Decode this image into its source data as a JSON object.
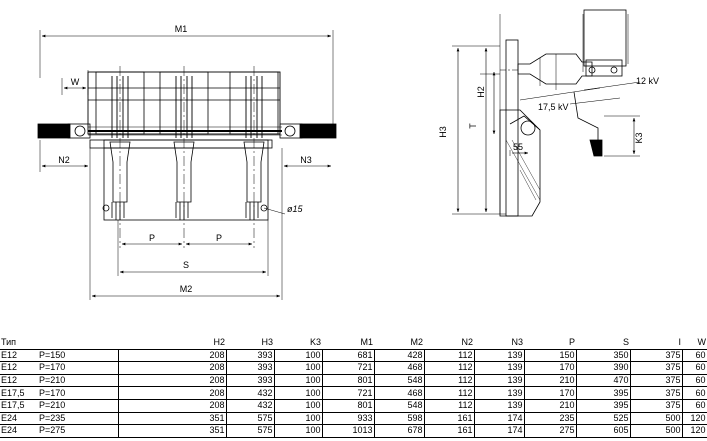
{
  "drawing": {
    "front_view": {
      "dimensions": [
        "M1",
        "W",
        "N2",
        "N3",
        "P",
        "P",
        "S",
        "M2"
      ],
      "hole_label": "ø15"
    },
    "side_view": {
      "dimensions": [
        "H2",
        "H3",
        "T",
        "55",
        "K3"
      ],
      "voltage_labels": [
        "12 kV",
        "17,5 kV"
      ]
    }
  },
  "table": {
    "columns": [
      "Тип",
      "",
      "H2",
      "H3",
      "K3",
      "M1",
      "M2",
      "N2",
      "N3",
      "P",
      "S",
      "I",
      "W"
    ],
    "rows": [
      [
        "E12",
        "P=150",
        "208",
        "393",
        "100",
        "681",
        "428",
        "112",
        "139",
        "150",
        "350",
        "375",
        "60"
      ],
      [
        "E12",
        "P=170",
        "208",
        "393",
        "100",
        "721",
        "468",
        "112",
        "139",
        "170",
        "390",
        "375",
        "60"
      ],
      [
        "E12",
        "P=210",
        "208",
        "393",
        "100",
        "801",
        "548",
        "112",
        "139",
        "210",
        "470",
        "375",
        "60"
      ],
      [
        "E17,5",
        "P=170",
        "208",
        "432",
        "100",
        "721",
        "468",
        "112",
        "139",
        "170",
        "395",
        "375",
        "60"
      ],
      [
        "E17,5",
        "P=210",
        "208",
        "432",
        "100",
        "801",
        "548",
        "112",
        "139",
        "210",
        "395",
        "375",
        "60"
      ],
      [
        "E24",
        "P=235",
        "351",
        "575",
        "100",
        "933",
        "598",
        "161",
        "174",
        "235",
        "525",
        "500",
        "120"
      ],
      [
        "E24",
        "P=275",
        "351",
        "575",
        "100",
        "1013",
        "678",
        "161",
        "174",
        "275",
        "605",
        "500",
        "120"
      ]
    ]
  }
}
